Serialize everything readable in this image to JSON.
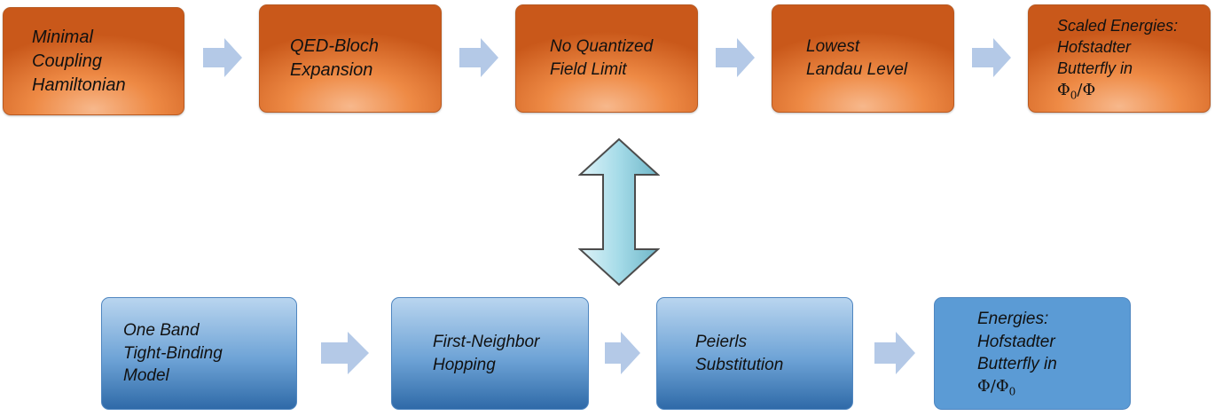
{
  "colors": {
    "orange_box": "#e8782f",
    "blue_box": "#5b9bd5",
    "arrow_fill": "#b4c9e7",
    "double_arrow_fill": "#a5dbe8"
  },
  "top_row": [
    {
      "lines": [
        "Minimal",
        "Coupling",
        "Hamiltonian"
      ]
    },
    {
      "lines": [
        "QED-Bloch",
        "Expansion"
      ]
    },
    {
      "lines": [
        "No Quantized",
        "Field Limit"
      ]
    },
    {
      "lines": [
        "Lowest",
        "Landau Level"
      ]
    },
    {
      "lines": [
        "Scaled Energies:",
        "Hofstadter",
        "Butterfly in"
      ],
      "formula": {
        "symbol": "Φ",
        "sub": "0",
        "rest": "/Φ"
      }
    }
  ],
  "bottom_row": [
    {
      "lines": [
        "One Band",
        "Tight-Binding",
        "Model"
      ]
    },
    {
      "lines": [
        "First-Neighbor",
        "Hopping"
      ]
    },
    {
      "lines": [
        "Peierls",
        "Substitution"
      ]
    },
    {
      "lines": [
        "Energies:",
        "Hofstadter",
        "Butterfly in"
      ],
      "formula": {
        "lead": "Φ/",
        "symbol": "Φ",
        "sub": "0"
      }
    }
  ]
}
